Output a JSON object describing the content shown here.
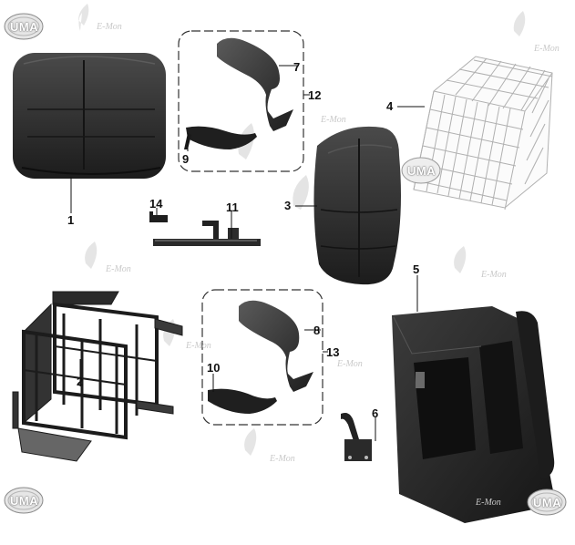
{
  "callouts": {
    "c1": "1",
    "c2": "2",
    "c3": "3",
    "c4": "4",
    "c5": "5",
    "c6": "6",
    "c7": "7",
    "c8": "8",
    "c9": "9",
    "c10": "10",
    "c11": "11",
    "c12": "12",
    "c13": "13",
    "c14": "14"
  },
  "logos": {
    "brand": "UMA"
  },
  "watermark": {
    "text": "E-Mon"
  },
  "colors": {
    "part_dark": "#2a2a2a",
    "part_mid": "#3e3e3e",
    "part_light": "#5a5a5a",
    "frame_line": "#1c1c1c",
    "box_border": "#333333",
    "watermark": "#d8d8d8"
  }
}
